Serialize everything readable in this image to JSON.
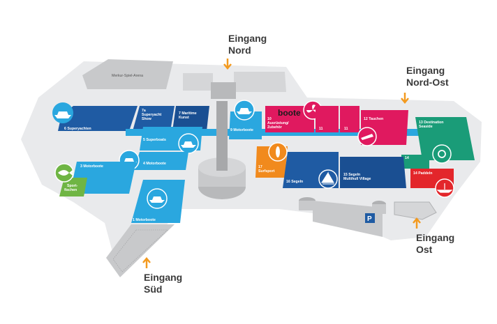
{
  "brand": "boote",
  "entrances": {
    "nord": [
      "Eingang",
      "Nord"
    ],
    "nord_ost": [
      "Eingang",
      "Nord-Ost"
    ],
    "sued": [
      "Eingang",
      "Süd"
    ],
    "ost": [
      "Eingang",
      "Ost"
    ]
  },
  "halls": {
    "h6": "6 Superyachten",
    "h7a": [
      "7a",
      "Superyacht",
      "Show"
    ],
    "h7": [
      "7 Maritime",
      "Kunst"
    ],
    "h5": "5 Superboats",
    "h4": "4 Motorboote",
    "h3": "3 Motorboote",
    "h3sport": [
      "Sport-",
      "fischen"
    ],
    "h1": "1 Motorboote",
    "h9": "9 Motorboote",
    "h10": [
      "10",
      "Ausrüstung/",
      "Zubehör"
    ],
    "h11a": "11",
    "h11b": "11",
    "h12": "12 Tauchen",
    "h13": [
      "13 Destination",
      "Seaside"
    ],
    "h14": "14",
    "h14p": "14 Paddeln",
    "h17": [
      "17",
      "Surfsport"
    ],
    "h16": "16 Segeln",
    "h15": [
      "15 Segeln",
      "Multihull Village"
    ],
    "arena": "Merkur-Spiel-Arena",
    "parking": "P"
  },
  "colors": {
    "hall_blue": "#1f5ba3",
    "hall_light_blue": "#2aa7df",
    "hall_navy": "#1a4f92",
    "hall_pink": "#e0195f",
    "hall_orange": "#f18a1d",
    "hall_green": "#1a9c78",
    "hall_red": "#e3262b",
    "hall_lime": "#6fb544",
    "ground": "#e9eaec",
    "building_gray": "#c8c9cb",
    "arrow_orange": "#f39a1f"
  },
  "icons": [
    "superyacht-icon",
    "motorboat-icon",
    "fan-icon",
    "diver-icon",
    "sun-icon",
    "paddler-icon",
    "surfboard-icon",
    "sailboat-icon",
    "fish-icon",
    "parking-icon"
  ]
}
